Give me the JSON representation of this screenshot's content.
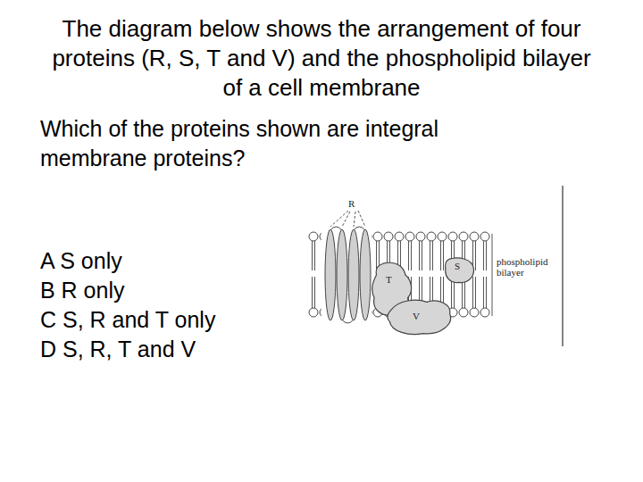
{
  "diagram": {
    "title": "The diagram below shows the arrangement of four proteins (R, S, T and V) and the phospholipid bilayer of a cell membrane",
    "nodes": [
      {
        "text": [
          "S"
        ]
      },
      {
        "text": [
          "T"
        ]
      },
      {
        "text": [
          "V"
        ]
      }
    ],
    "labels": [
      "Which of the proteins shown are integral membrane proteins?",
      "A S only",
      "B R only",
      "C S, R and T only",
      "D S, R, T and V",
      "R",
      "phospholipid bilayer"
    ]
  }
}
